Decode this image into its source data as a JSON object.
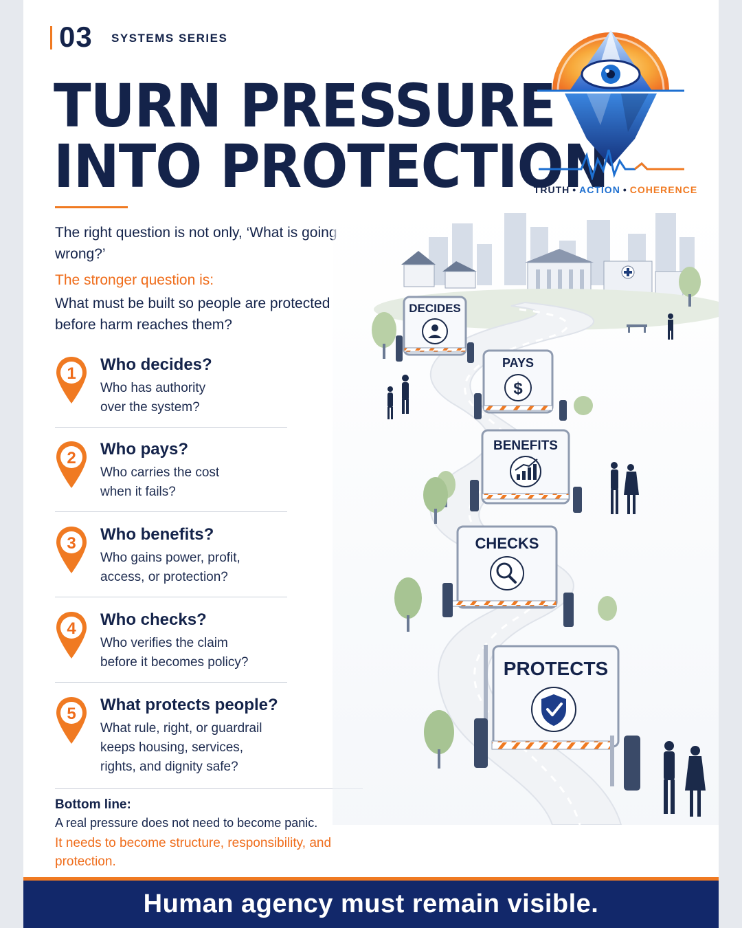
{
  "series": {
    "number": "03",
    "label": "SYSTEMS SERIES"
  },
  "title": {
    "line1": "TURN PRESSURE",
    "line2": "INTO PROTECTION"
  },
  "logo": {
    "tag_truth": "TRUTH",
    "tag_action": "ACTION",
    "tag_coherence": "COHERENCE",
    "separator": "•"
  },
  "intro": {
    "line1": "The right question is not only, ‘What is going wrong?’",
    "line2": "The stronger question is:",
    "line3": "What must be built so people are protected before harm reaches them?"
  },
  "questions": [
    {
      "number": "1",
      "title": "Who decides?",
      "desc": "Who has authority over the system?"
    },
    {
      "number": "2",
      "title": "Who pays?",
      "desc": "Who carries the cost when it fails?"
    },
    {
      "number": "3",
      "title": "Who benefits?",
      "desc": "Who gains power, profit, access, or protection?"
    },
    {
      "number": "4",
      "title": "Who checks?",
      "desc": "Who verifies the claim before it becomes policy?"
    },
    {
      "number": "5",
      "title": "What protects people?",
      "desc": "What rule, right, or guardrail keeps housing, services, rights, and dignity safe?"
    }
  ],
  "bottom": {
    "label": "Bottom line:",
    "line1": "A real pressure does not need to become panic.",
    "line2": "It needs to become structure, responsibility, and protection."
  },
  "gates": [
    {
      "label": "DECIDES",
      "icon": "person-icon"
    },
    {
      "label": "PAYS",
      "icon": "dollar-icon"
    },
    {
      "label": "BENEFITS",
      "icon": "growth-chart-icon"
    },
    {
      "label": "CHECKS",
      "icon": "magnifier-icon"
    },
    {
      "label": "PROTECTS",
      "icon": "shield-check-icon"
    }
  ],
  "footer": {
    "text": "Human agency must remain visible."
  },
  "colors": {
    "navy": "#14234a",
    "orange": "#f07a22",
    "blue": "#1d6fd0",
    "footer_bg": "#12286a"
  }
}
